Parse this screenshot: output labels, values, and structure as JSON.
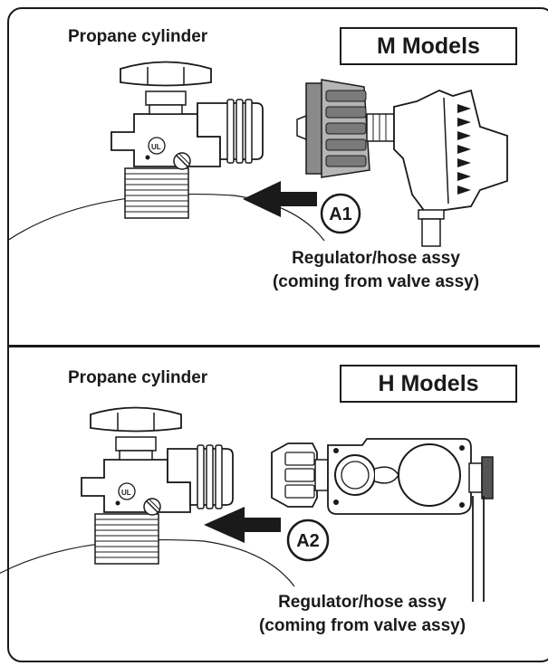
{
  "top_section": {
    "cylinder_label": "Propane cylinder",
    "model_label": "M Models",
    "callout": "A1",
    "regulator_line1": "Regulator/hose assy",
    "regulator_line2": "(coming from valve assy)",
    "ul_mark": "UL"
  },
  "bottom_section": {
    "cylinder_label": "Propane cylinder",
    "model_label": "H Models",
    "callout": "A2",
    "regulator_line1": "Regulator/hose assy",
    "regulator_line2": "(coming from valve assy)",
    "ul_mark": "UL"
  },
  "colors": {
    "ink": "#1a1a1a",
    "knob_gray": "#9a9a9a",
    "dark_gray": "#555555"
  }
}
